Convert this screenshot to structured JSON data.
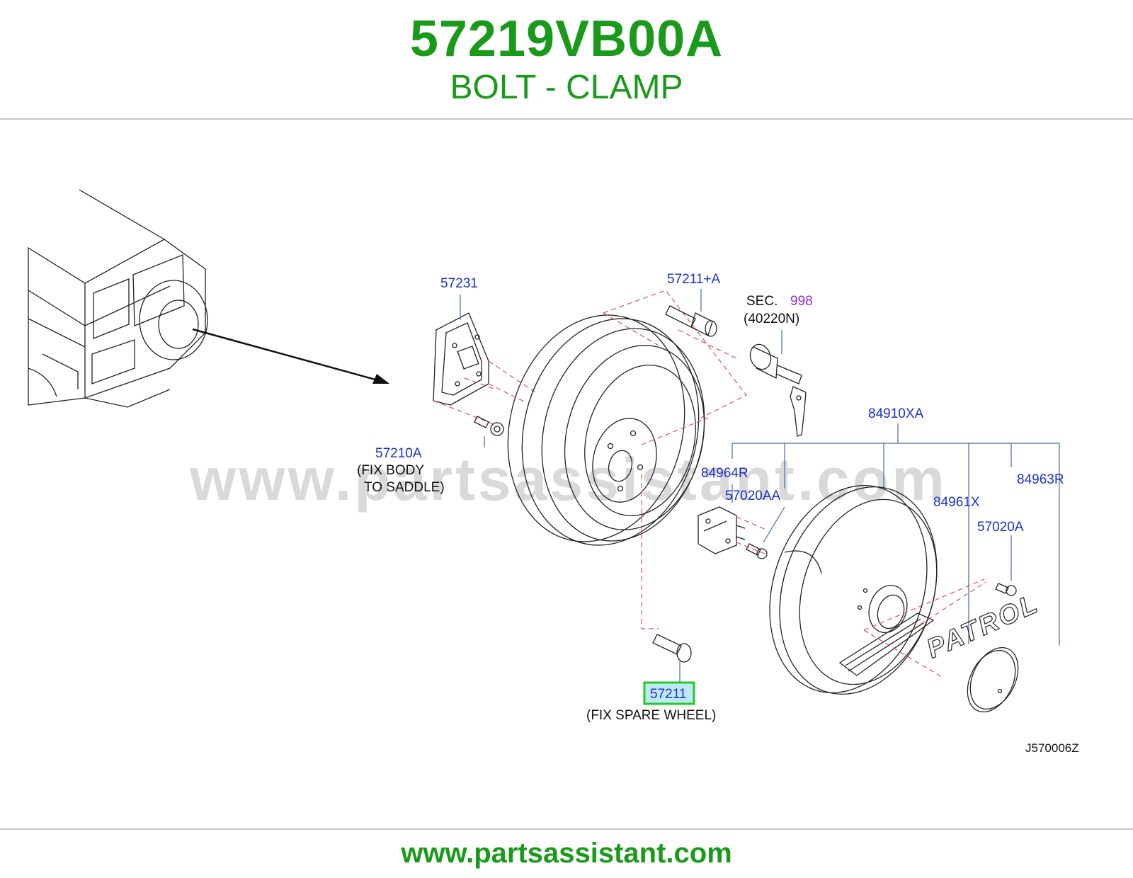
{
  "header": {
    "part_number": "57219VB00A",
    "part_description": "BOLT - CLAMP"
  },
  "diagram": {
    "watermark": "www.partsassistant.com",
    "diagram_code": "J570006Z",
    "highlight_color": "#22cc22",
    "labels": {
      "p57231": "57231",
      "p57211A": "57211+A",
      "sec": "SEC.",
      "sec_num": "998",
      "sec_ref": "(40220N)",
      "p57210A": "57210A",
      "fix_body_1": "(FIX  BODY",
      "fix_body_2": "TO  SADDLE)",
      "p84910XA": "84910XA",
      "p84964R": "84964R",
      "p57020AA": "57020AA",
      "p84961X": "84961X",
      "p84963R": "84963R",
      "p57020A": "57020A",
      "p57211": "57211",
      "fix_spare": "(FIX  SPARE  WHEEL)",
      "patrol_emblem": "PATROL"
    }
  },
  "footer": {
    "url": "www.partsassistant.com"
  }
}
